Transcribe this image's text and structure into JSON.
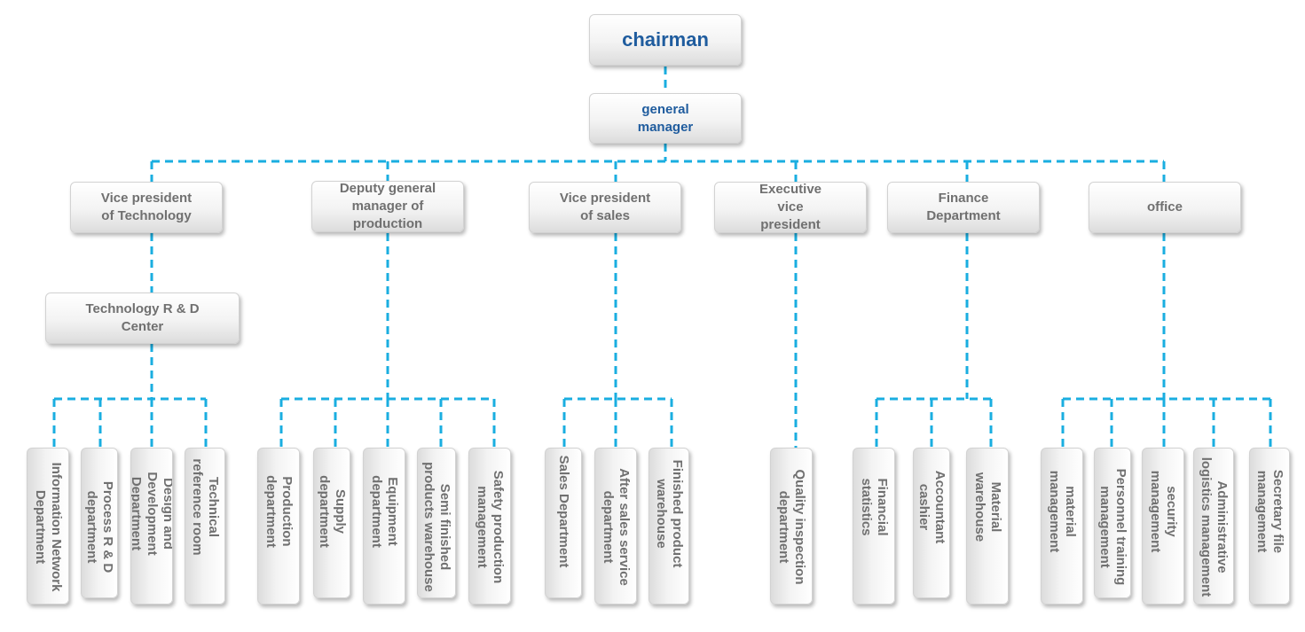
{
  "chart": {
    "root": "chairman",
    "general_manager": "general manager",
    "branches": [
      {
        "title": "Vice president of Technology",
        "center": "Technology R & D Center",
        "departments": [
          "Information Network Department",
          "Process R & D department",
          "Design and Development Department",
          "Technical reference room"
        ]
      },
      {
        "title": "Deputy general manager of production",
        "departments": [
          "Production department",
          "Supply department",
          "Equipment department",
          "Semi finished products warehouse",
          "Safety production management"
        ]
      },
      {
        "title": "Vice president of sales",
        "departments": [
          "Sales Department",
          "After sales service department",
          "Finished product warehouse"
        ]
      },
      {
        "title": "Executive vice president",
        "departments": [
          "Quality inspection department"
        ]
      },
      {
        "title": "Finance Department",
        "departments": [
          "Financial statistics",
          "Accountant cashier",
          "Material warehouse"
        ]
      },
      {
        "title": "office",
        "departments": [
          "material management",
          "Personnel training management",
          "security management",
          "Administrative logistics management",
          "Secretary file management"
        ]
      }
    ]
  },
  "colors": {
    "connector": "#1aaee0",
    "top_text": "#1f5c9e",
    "box_text": "#707070"
  }
}
